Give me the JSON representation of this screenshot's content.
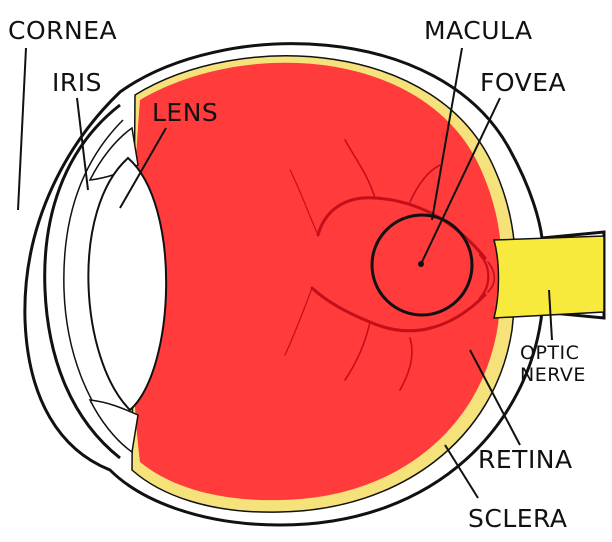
{
  "labels": {
    "cornea": "CORNEA",
    "iris": "IRIS",
    "lens": "LENS",
    "macula": "MACULA",
    "fovea": "FOVEA",
    "optic_nerve_line1": "OPTIC",
    "optic_nerve_line2": "NERVE",
    "retina": "RETINA",
    "sclera": "SCLERA"
  },
  "colors": {
    "vitreous": "#ff3b3b",
    "retina_layer": "#f6e27a",
    "optic_nerve": "#f7ea3c",
    "blood_vessels": "#c40f1a",
    "outline": "#111111",
    "background": "#ffffff"
  }
}
